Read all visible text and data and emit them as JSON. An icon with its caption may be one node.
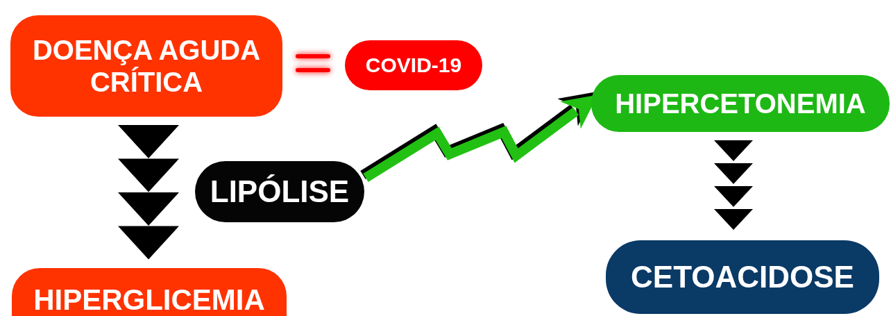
{
  "diagram": {
    "nodes": [
      {
        "text": [
          "DOENÇA AGUDA CRÍTICA"
        ]
      },
      {
        "text": [
          "COVID-19"
        ]
      },
      {
        "text": [
          "HIPERGLICEMIA"
        ]
      },
      {
        "text": [
          "LIPÓLISE"
        ]
      },
      {
        "text": [
          "HIPERCETONEMIA"
        ]
      },
      {
        "text": [
          "CETOACIDOSE"
        ]
      }
    ],
    "edges": [
      {
        "from": 0,
        "to": 2,
        "arrow": "to"
      },
      {
        "from": 0,
        "to": 1,
        "arrow": "none",
        "color": "#ff0000"
      },
      {
        "from": 3,
        "to": 4,
        "arrow": "to",
        "style": "thick",
        "color": "#22c013"
      },
      {
        "from": 4,
        "to": 5,
        "arrow": "to"
      }
    ]
  }
}
